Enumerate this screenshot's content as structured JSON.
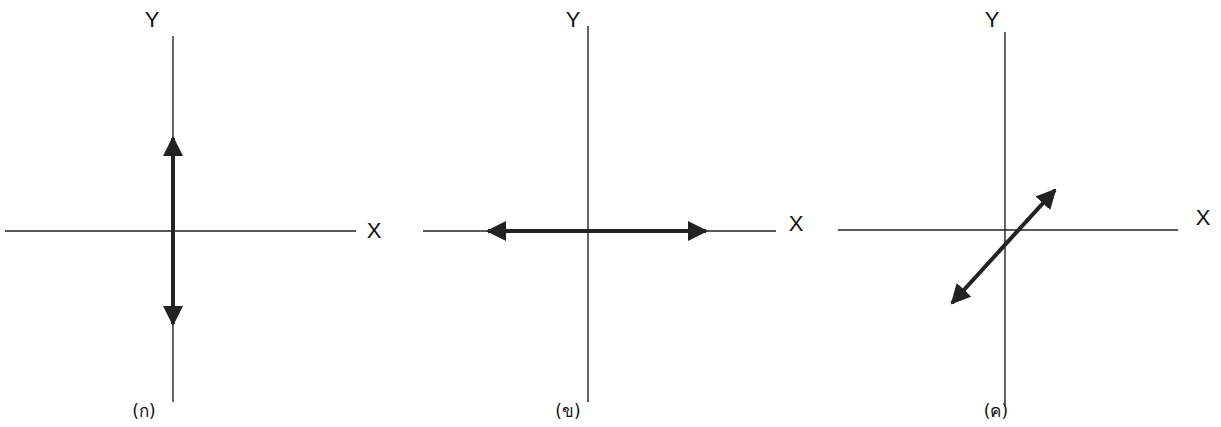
{
  "diagram": {
    "labels": [
      "Y",
      "X",
      "(ก)",
      "Y",
      "X",
      "(ข)",
      "Y",
      "X",
      "(ค)"
    ]
  }
}
